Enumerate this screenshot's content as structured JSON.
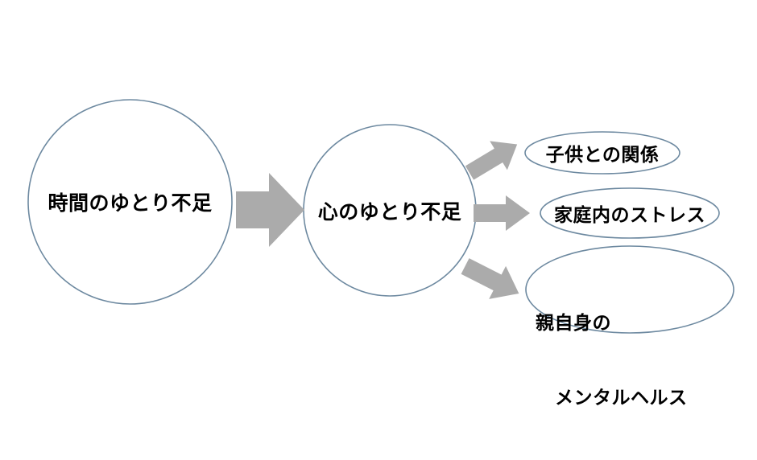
{
  "diagram": {
    "type": "flow-diagram",
    "background_color": "#ffffff",
    "shape_stroke_color": "#6d89a0",
    "shape_fill_color": "#ffffff",
    "arrow_color": "#ababab",
    "text_color": "#000000",
    "causes": [
      {
        "id": "time-shortage",
        "label": "時間のゆとり不足",
        "shape": "circle"
      },
      {
        "id": "mental-margin-shortage",
        "label": "心のゆとり不足",
        "shape": "circle"
      }
    ],
    "outcomes": [
      {
        "id": "child-relationship",
        "label": "子供との関係",
        "shape": "ellipse",
        "lines": [
          "子供との関係"
        ]
      },
      {
        "id": "household-stress",
        "label": "家庭内のストレス",
        "shape": "ellipse",
        "lines": [
          "家庭内のストレス"
        ]
      },
      {
        "id": "parent-mental-health",
        "label": "親自身のメンタルヘルス",
        "shape": "ellipse",
        "lines": [
          "親自身の",
          "メンタルヘルス"
        ]
      }
    ],
    "arrows": [
      {
        "id": "main-arrow",
        "from": "time-shortage",
        "to": "mental-margin-shortage",
        "direction": "right"
      },
      {
        "id": "branch-arrow-up",
        "from": "mental-margin-shortage",
        "to": "child-relationship",
        "direction": "up-right"
      },
      {
        "id": "branch-arrow-middle",
        "from": "mental-margin-shortage",
        "to": "household-stress",
        "direction": "right"
      },
      {
        "id": "branch-arrow-down",
        "from": "mental-margin-shortage",
        "to": "parent-mental-health",
        "direction": "down-right"
      }
    ]
  }
}
